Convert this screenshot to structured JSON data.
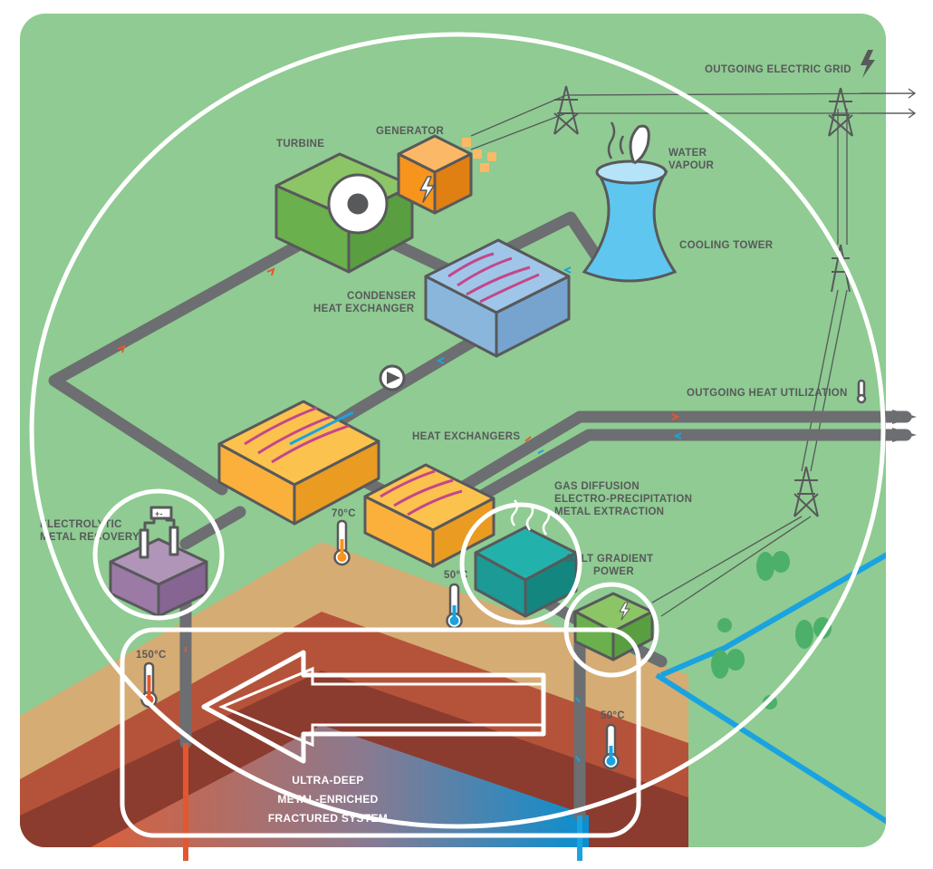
{
  "labels": {
    "outgoing_grid": "OUTGOING ELECTRIC GRID",
    "turbine": "TURBINE",
    "generator": "GENERATOR",
    "water_vapour_1": "WATER",
    "water_vapour_2": "VAPOUR",
    "cooling_tower": "COOLING TOWER",
    "condenser_1": "CONDENSER",
    "condenser_2": "HEAT EXCHANGER",
    "outgoing_heat": "OUTGOING HEAT UTILIZATION",
    "heat_exchangers": "HEAT EXCHANGERS",
    "gas_1": "GAS DIFFUSION",
    "gas_2": "ELECTRO-PRECIPITATION",
    "gas_3": "METAL EXTRACTION",
    "electrolytic_1": "ELECTROLYTIC",
    "electrolytic_2": "METAL RECOVERY",
    "salt_1": "SALT GRADIENT",
    "salt_2": "POWER",
    "system_1": "ULTRA-DEEP",
    "system_2": "METAL-ENRICHED",
    "system_3": "FRACTURED SYSTEM",
    "battery": "+-"
  },
  "temperatures": {
    "t150": "150°C",
    "t70": "70°C",
    "t50a": "50°C",
    "t50b": "50°C"
  },
  "colors": {
    "background": "#8fcb92",
    "pipe": "#6d6e71",
    "hot": "#e4572e",
    "cold": "#1aa3e0",
    "exchanger": "#fbb03b",
    "turbine": "#6ab04c",
    "condenser": "#8ab6dc",
    "extraction": "#1b9a96",
    "recovery": "#9b7aa5",
    "earth": "#d5ac74"
  }
}
